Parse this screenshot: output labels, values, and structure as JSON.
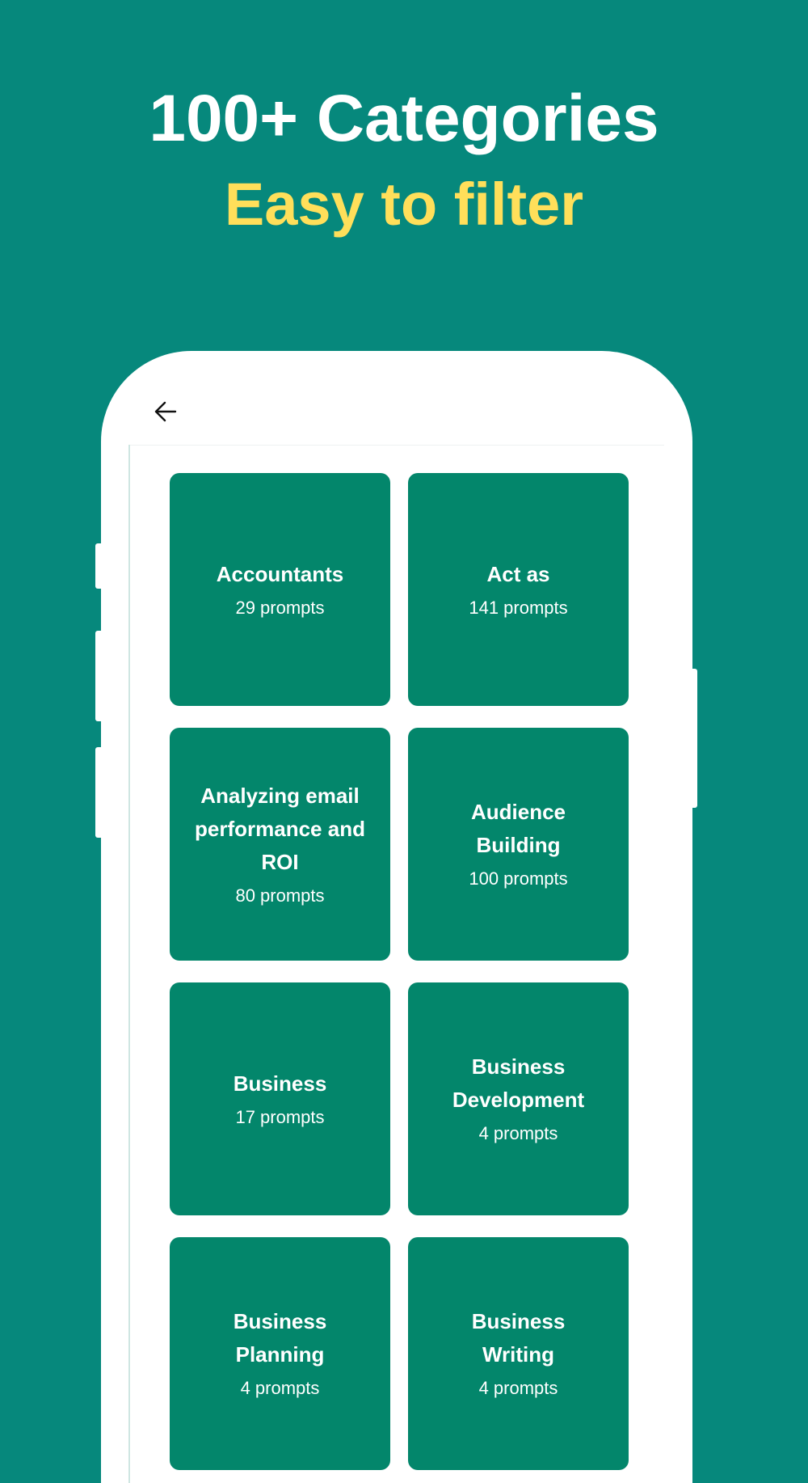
{
  "headline": {
    "title": "100+ Categories",
    "subtitle": "Easy to filter"
  },
  "colors": {
    "background": "#06887c",
    "card": "#03866b",
    "accent_yellow": "#ffdf5a"
  },
  "app": {
    "back_icon": "arrow-left-icon",
    "categories": [
      {
        "name": "Accountants",
        "count": "29 prompts"
      },
      {
        "name": "Act as",
        "count": "141 prompts"
      },
      {
        "name": "Analyzing email performance and ROI",
        "count": "80 prompts"
      },
      {
        "name": "Audience Building",
        "count": "100 prompts"
      },
      {
        "name": "Business",
        "count": "17 prompts"
      },
      {
        "name": "Business Development",
        "count": "4 prompts"
      },
      {
        "name": "Business Planning",
        "count": "4 prompts"
      },
      {
        "name": "Business Writing",
        "count": "4 prompts"
      }
    ]
  }
}
